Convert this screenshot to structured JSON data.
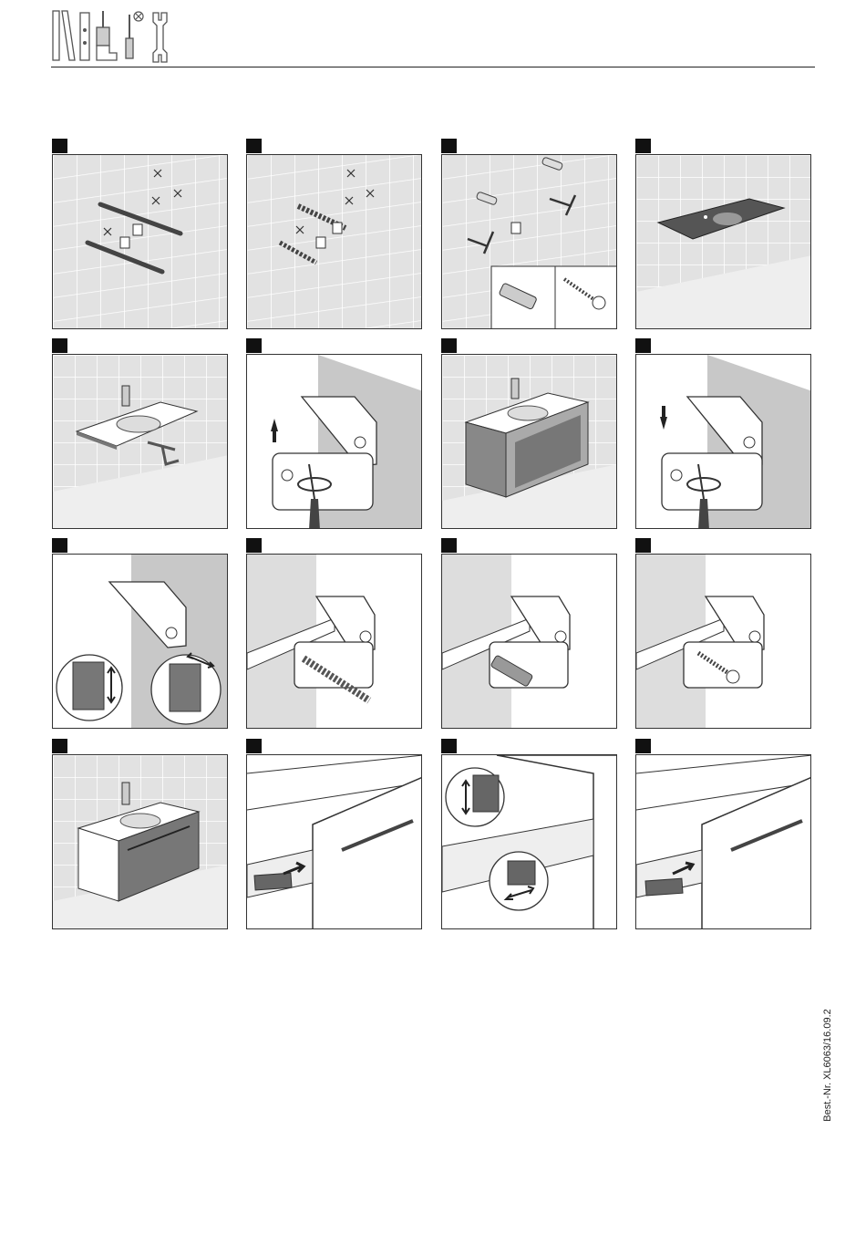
{
  "document": {
    "order_number": "Best.-Nr. XL6063/16.09.2"
  },
  "header": {
    "icons": [
      "spirit-level-icon",
      "drill-icon",
      "dowel-icon",
      "screwdriver-icon",
      "wrench-icon"
    ]
  },
  "steps": [
    {
      "id": 1,
      "illustration": "wall-marking-pencil-icon"
    },
    {
      "id": 2,
      "illustration": "wall-drilling-icon"
    },
    {
      "id": 3,
      "illustration": "dowel-and-screw-icon"
    },
    {
      "id": 4,
      "illustration": "glass-basin-icon"
    },
    {
      "id": 5,
      "illustration": "basin-with-tap-and-siphon-icon"
    },
    {
      "id": 6,
      "illustration": "bracket-adjust-up-icon"
    },
    {
      "id": 7,
      "illustration": "vanity-unit-mounted-icon"
    },
    {
      "id": 8,
      "illustration": "bracket-adjust-down-icon"
    },
    {
      "id": 9,
      "illustration": "bracket-height-depth-adjust-icon"
    },
    {
      "id": 10,
      "illustration": "rail-drilling-icon"
    },
    {
      "id": 11,
      "illustration": "rail-dowel-icon"
    },
    {
      "id": 12,
      "illustration": "rail-screw-icon"
    },
    {
      "id": 13,
      "illustration": "vanity-with-drawer-icon"
    },
    {
      "id": 14,
      "illustration": "drawer-badge-remove-icon"
    },
    {
      "id": 15,
      "illustration": "drawer-front-adjust-icon"
    },
    {
      "id": 16,
      "illustration": "drawer-badge-insert-icon"
    }
  ]
}
